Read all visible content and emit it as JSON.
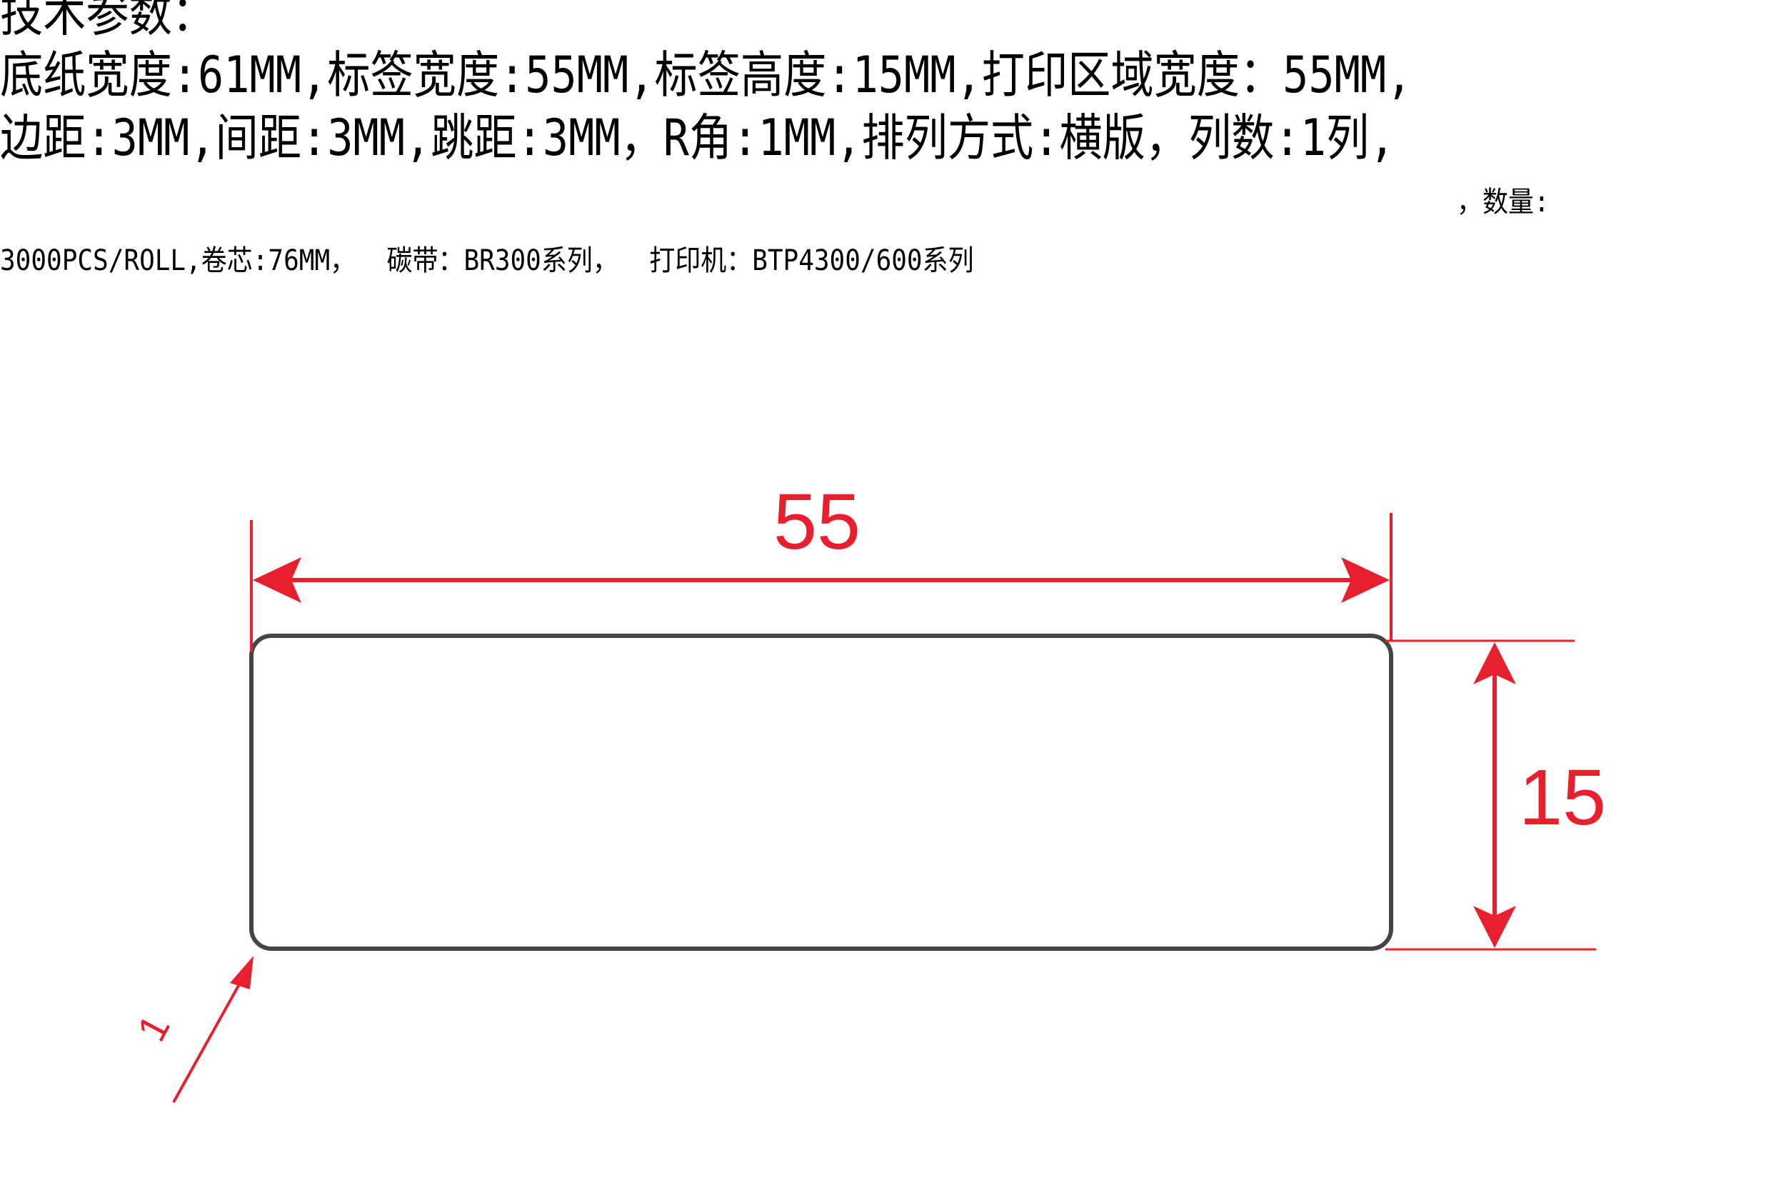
{
  "spec": {
    "heading": "技术参数：",
    "line1": "底纸宽度:61MM,标签宽度:55MM,标签高度:15MM,打印区域宽度：55MM,",
    "line2": "边距:3MM,间距:3MM,跳距:3MM，R角:1MM,排列方式:横版，列数:1列,",
    "qty_label": "，数量:",
    "line3": "3000PCS/ROLL,卷芯:76MM，  碳带：BR300系列，  打印机：BTP4300/600系列"
  },
  "diagram": {
    "width_label": "55",
    "height_label": "15",
    "corner_label": "1",
    "dimension_color": "#e8202e",
    "outline_color": "#444444"
  }
}
